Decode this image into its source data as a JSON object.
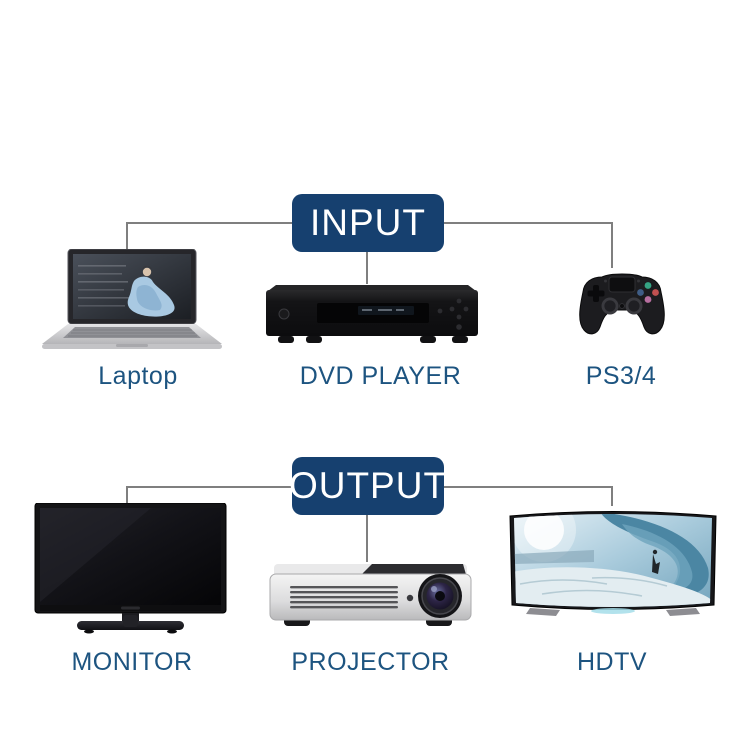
{
  "title": "Input Output devices diagram",
  "colors": {
    "badge_background": "#16406f",
    "badge_text": "#ffffff",
    "device_label_text": "#1d5480",
    "connector_line": "#7f7f7f",
    "background": "#ffffff"
  },
  "sections": [
    {
      "id": "input",
      "badge": "INPUT",
      "devices": [
        {
          "id": "laptop",
          "label": "Laptop"
        },
        {
          "id": "dvd-player",
          "label": "DVD PLAYER"
        },
        {
          "id": "ps-controller",
          "label": "PS3/4"
        }
      ]
    },
    {
      "id": "output",
      "badge": "OUTPUT",
      "devices": [
        {
          "id": "monitor",
          "label": "MONITOR"
        },
        {
          "id": "projector",
          "label": "PROJECTOR"
        },
        {
          "id": "hdtv",
          "label": "HDTV"
        }
      ]
    }
  ]
}
